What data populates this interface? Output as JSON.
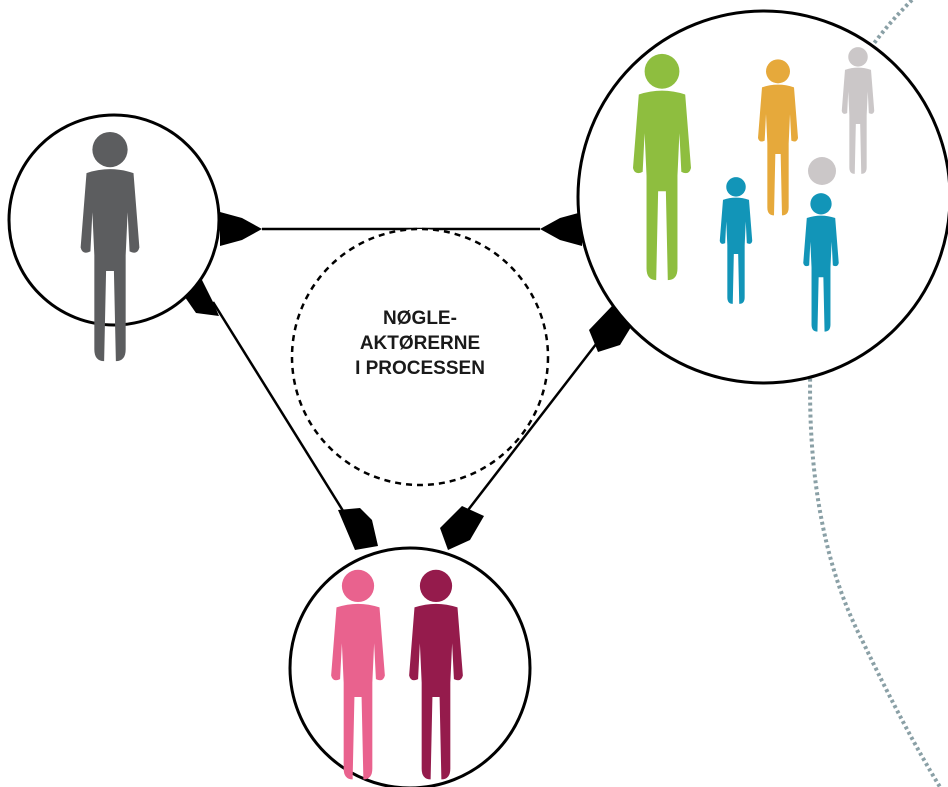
{
  "center": {
    "lines": [
      "NØGLE-",
      "AKTØRERNE",
      "I PROCESSEN"
    ]
  },
  "nodes": [
    {
      "id": "left",
      "figures": [
        {
          "icon": "adult-person-silhouette-icon",
          "color": "#5c5d5f"
        }
      ]
    },
    {
      "id": "top-right",
      "figures": [
        {
          "icon": "teen-person-silhouette-icon",
          "color": "#8ebe3f"
        },
        {
          "icon": "child-person-silhouette-icon",
          "color": "#e6a93b"
        },
        {
          "icon": "child-person-silhouette-icon",
          "color": "#cbc7c8"
        },
        {
          "icon": "child-backpack-silhouette-icon",
          "color": "#1295b8"
        },
        {
          "icon": "child-backpack-silhouette-icon",
          "color": "#1295b8"
        }
      ]
    },
    {
      "id": "bottom",
      "figures": [
        {
          "icon": "parent-person-silhouette-icon",
          "color": "#e9628e"
        },
        {
          "icon": "parent-person-silhouette-icon",
          "color": "#951b4c"
        }
      ]
    }
  ],
  "colors": {
    "lines": "#000000",
    "dotted_arc": "#8aa0a6"
  }
}
